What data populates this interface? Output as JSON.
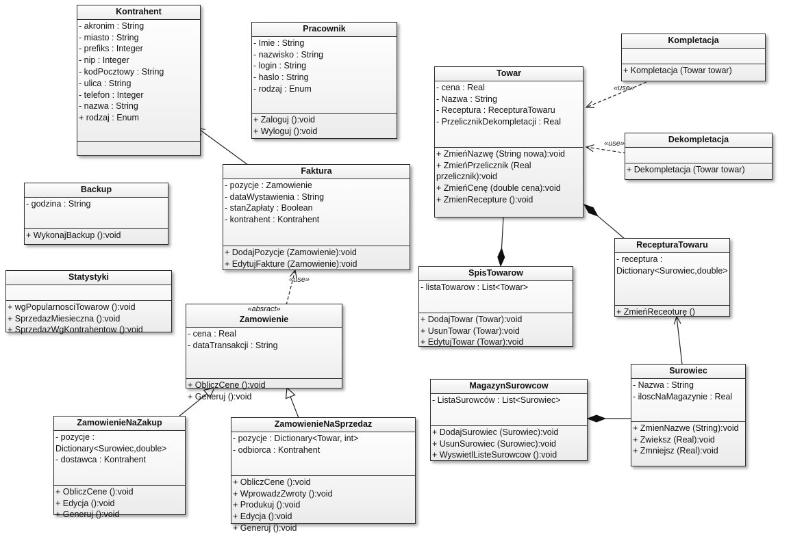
{
  "classes": [
    {
      "key": "kontrahent",
      "name": "Kontrahent",
      "stereotype": "",
      "attributes": [
        "- akronim : String",
        "- miasto : String",
        "- prefiks : Integer",
        "- nip : Integer",
        "- kodPocztowy : String",
        "- ulica : String",
        "- telefon : Integer",
        "- nazwa : String",
        "+ rodzaj : Enum"
      ],
      "operations": []
    },
    {
      "key": "pracownik",
      "name": "Pracownik",
      "stereotype": "",
      "attributes": [
        "- Imie : String",
        "- nazwisko : String",
        "- login : String",
        "- haslo : String",
        "- rodzaj : Enum"
      ],
      "operations": [
        "+ Zaloguj ():void",
        "+ Wyloguj ():void"
      ]
    },
    {
      "key": "kompletacja",
      "name": "Kompletacja",
      "stereotype": "",
      "attributes": [],
      "operations": [
        "+ Kompletacja (Towar towar)"
      ]
    },
    {
      "key": "towar",
      "name": "Towar",
      "stereotype": "",
      "attributes": [
        "- cena : Real",
        "- Nazwa : String",
        "- Receptura : RecepturaTowaru",
        "- PrzelicznikDekompletacji : Real"
      ],
      "operations": [
        "+ ZmieńNazwę (String nowa):void",
        "+ ZmieńPrzelicznik (Real przelicznik):void",
        "+ ZmieńCenę (double cena):void",
        "+ ZmienRecepture ():void"
      ]
    },
    {
      "key": "dekompletacja",
      "name": "Dekompletacja",
      "stereotype": "",
      "attributes": [],
      "operations": [
        "+ Dekompletacja (Towar towar)"
      ]
    },
    {
      "key": "backup",
      "name": "Backup",
      "stereotype": "",
      "attributes": [
        "- godzina : String"
      ],
      "operations": [
        "+ WykonajBackup ():void"
      ]
    },
    {
      "key": "faktura",
      "name": "Faktura",
      "stereotype": "",
      "attributes": [
        "- pozycje : Zamowienie",
        "- dataWystawienia : String",
        "- stanZapłaty : Boolean",
        "- kontrahent : Kontrahent"
      ],
      "operations": [
        "+ DodajPozycje (Zamowienie):void",
        "+ EdytujFakture (Zamowienie):void"
      ]
    },
    {
      "key": "statystyki",
      "name": "Statystyki",
      "stereotype": "",
      "attributes": [],
      "operations": [
        "+ wgPopularnosciTowarow ():void",
        "+ SprzedazMiesieczna ():void",
        "+ SprzedazWgKontrahentow ():void"
      ]
    },
    {
      "key": "zamowienie",
      "name": "Zamowienie",
      "stereotype": "«absract»",
      "attributes": [
        "- cena : Real",
        "- dataTransakcji : String"
      ],
      "operations": [
        "+ ObliczCene ():void",
        "+ Generuj ():void"
      ]
    },
    {
      "key": "spistowarow",
      "name": "SpisTowarow",
      "stereotype": "",
      "attributes": [
        "- listaTowarow : List<Towar>"
      ],
      "operations": [
        "+ DodajTowar (Towar):void",
        "+ UsunTowar (Towar):void",
        "+ EdytujTowar (Towar):void"
      ]
    },
    {
      "key": "recepturatowaru",
      "name": "RecepturaTowaru",
      "stereotype": "",
      "attributes": [
        "- receptura : Dictionary<Surowiec,double>"
      ],
      "operations": [
        "+ ZmieńReceoturę ()"
      ]
    },
    {
      "key": "magazynsurowcow",
      "name": "MagazynSurowcow",
      "stereotype": "",
      "attributes": [
        "- ListaSurowców : List<Surowiec>"
      ],
      "operations": [
        "+ DodajSurowiec (Surowiec):void",
        "+ UsunSurowiec (Surowiec):void",
        "+ WyswietlListeSurowcow ():void"
      ]
    },
    {
      "key": "surowiec",
      "name": "Surowiec",
      "stereotype": "",
      "attributes": [
        "- Nazwa : String",
        "- iloscNaMagazynie : Real"
      ],
      "operations": [
        "+ ZmienNazwe (String):void",
        "+ Zwieksz (Real):void",
        "+ Zmniejsz (Real):void"
      ]
    },
    {
      "key": "zamowienienazakup",
      "name": "ZamowienieNaZakup",
      "stereotype": "",
      "attributes": [
        "- pozycje : Dictionary<Surowiec,double>",
        "- dostawca : Kontrahent"
      ],
      "operations": [
        "+ ObliczCene ():void",
        "+ Edycja ():void",
        "+ Generuj ():void"
      ]
    },
    {
      "key": "zamowienienasprzedaz",
      "name": "ZamowienieNaSprzedaz",
      "stereotype": "",
      "attributes": [
        "- pozycje : Dictionary<Towar, int>",
        "- odbiorca : Kontrahent"
      ],
      "operations": [
        "+ ObliczCene ():void",
        "+ WprowadzZwroty ():void",
        "+ Produkuj ():void",
        "+ Edycja ():void",
        "+ Generuj ():void"
      ]
    }
  ],
  "relations": [
    {
      "from": "faktura",
      "to": "kontrahent",
      "type": "association",
      "label": ""
    },
    {
      "from": "kompletacja",
      "to": "towar",
      "type": "dependency",
      "label": "«use»"
    },
    {
      "from": "dekompletacja",
      "to": "towar",
      "type": "dependency",
      "label": "«use»"
    },
    {
      "from": "zamowienie",
      "to": "faktura",
      "type": "dependency",
      "label": "«use»"
    },
    {
      "from": "towar",
      "to": "spistowarow",
      "type": "composition",
      "label": ""
    },
    {
      "from": "recepturatowaru",
      "to": "towar",
      "type": "composition",
      "label": ""
    },
    {
      "from": "surowiec",
      "to": "recepturatowaru",
      "type": "association",
      "label": ""
    },
    {
      "from": "surowiec",
      "to": "magazynsurowcow",
      "type": "composition",
      "label": ""
    },
    {
      "from": "zamowienienazakup",
      "to": "zamowienie",
      "type": "generalization",
      "label": ""
    },
    {
      "from": "zamowienienasprzedaz",
      "to": "zamowienie",
      "type": "generalization",
      "label": ""
    }
  ]
}
